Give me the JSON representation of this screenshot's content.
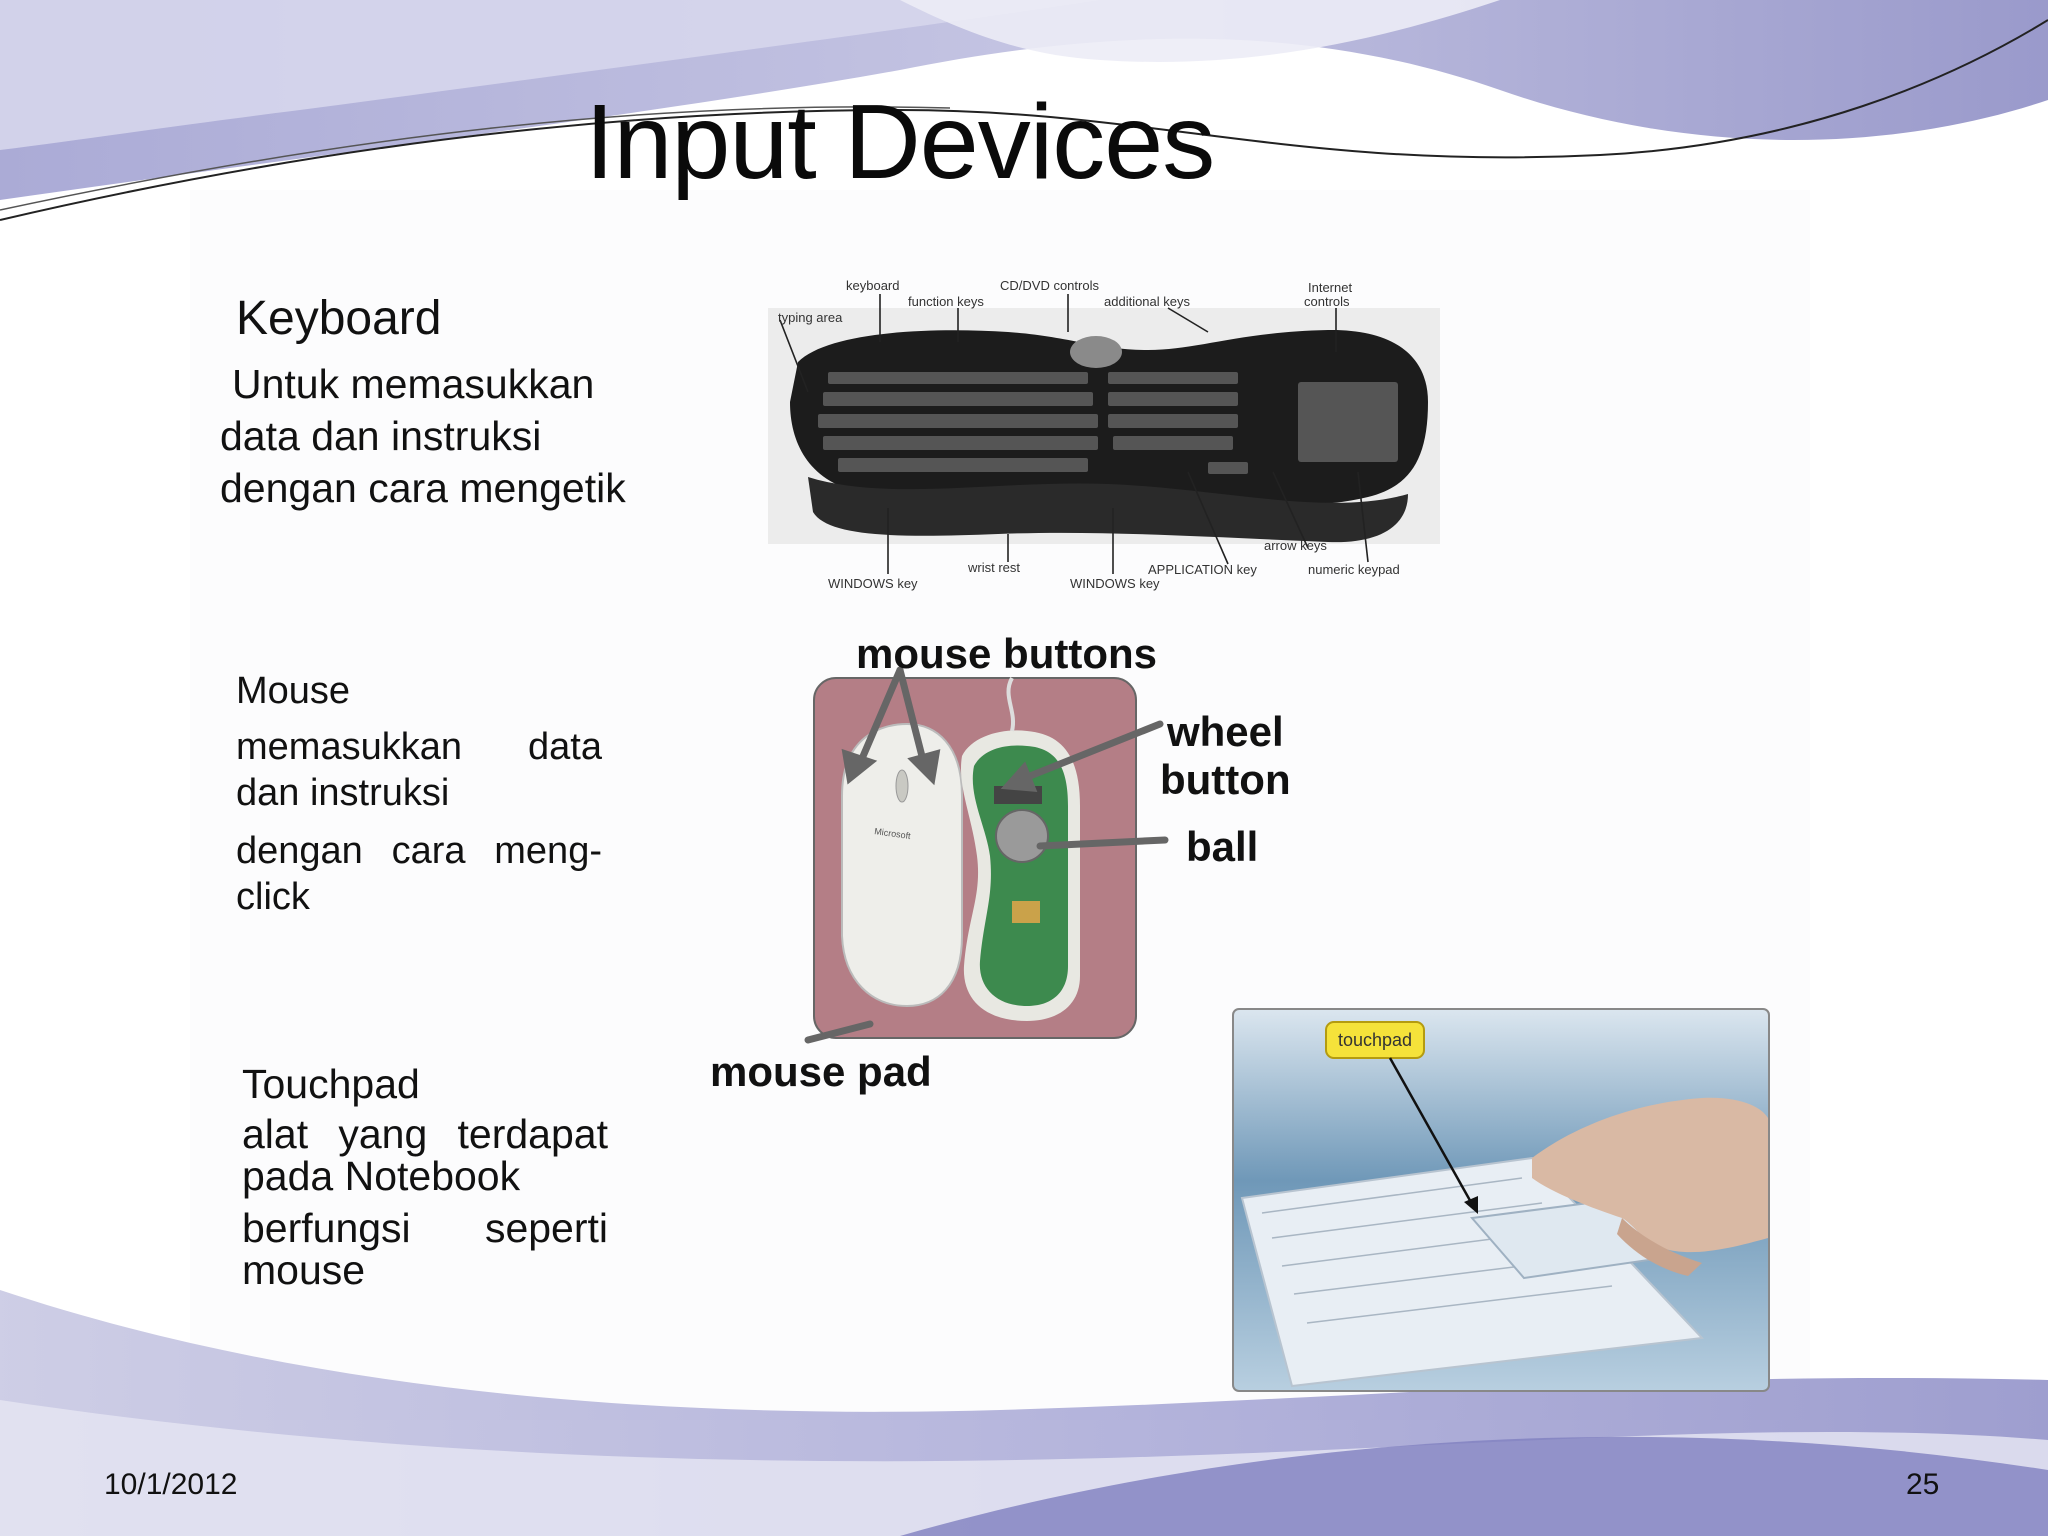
{
  "slide": {
    "title": "Input Devices",
    "date": "10/1/2012",
    "page_number": "25"
  },
  "keyboard": {
    "heading": "Keyboard",
    "lines": [
      "Untuk memasukkan",
      "data dan instruksi",
      "dengan cara mengetik"
    ],
    "callouts": {
      "keyboard": "keyboard",
      "function_keys": "function keys",
      "cd_dvd": "CD/DVD controls",
      "additional_keys": "additional keys",
      "internet": "Internet",
      "controls": "controls",
      "typing_area": "typing area",
      "windows_key": "WINDOWS key",
      "wrist_rest": "wrist rest",
      "windows_key_2": "WINDOWS key",
      "application_key": "APPLICATION key",
      "arrow_keys": "arrow keys",
      "numeric_keypad": "numeric keypad"
    }
  },
  "mouse": {
    "heading": "Mouse",
    "line1_left": "memasukkan",
    "line1_right": "data",
    "line2": "dan instruksi",
    "line3_left": "dengan",
    "line3_mid": "cara",
    "line3_right": "meng-",
    "line4": "click",
    "labels": {
      "buttons": "mouse buttons",
      "wheel": "wheel",
      "wheel2": "button",
      "ball": "ball",
      "pad": "mouse pad",
      "brand": "Microsoft"
    }
  },
  "touchpad": {
    "heading": "Touchpad",
    "line1_a": "alat",
    "line1_b": "yang",
    "line1_c": "terdapat",
    "line2": "pada Notebook",
    "line3_a": "berfungsi",
    "line3_b": "seperti",
    "line4": "mouse",
    "callout": "touchpad"
  },
  "colors": {
    "wave_purple": "#8f8fc6",
    "wave_light": "#c9c9e6",
    "mouse_bg": "#b47e86",
    "pcb_green": "#3d8a4e",
    "callout_yellow": "#f5e23a"
  }
}
